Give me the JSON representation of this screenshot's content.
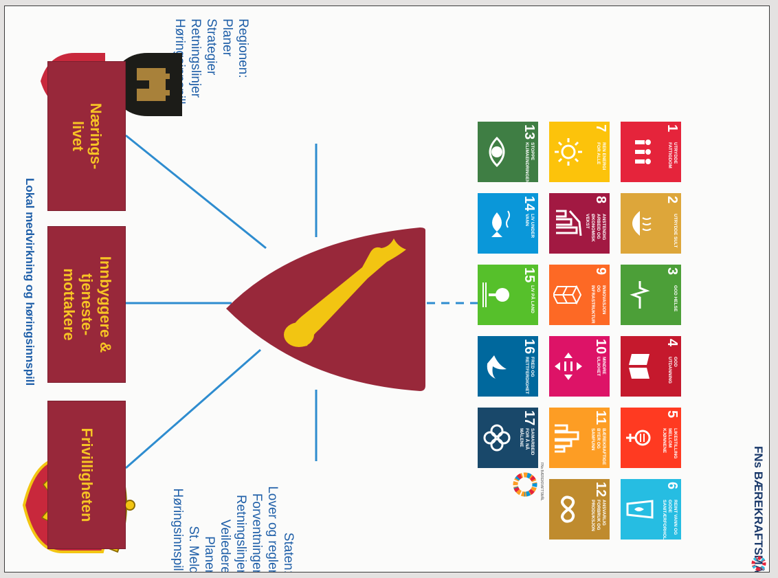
{
  "sdg": {
    "title": "FNs BÆREKRAFTSMÅL",
    "small_caption": "FNs BÆREKRAFTSMÅL",
    "goals": [
      {
        "num": "1",
        "label": "UTRYDDE FATTIGDOM",
        "color": "#e5243b",
        "icon": "people-icon"
      },
      {
        "num": "2",
        "label": "UTRYDDE SULT",
        "color": "#dda63a",
        "icon": "bowl-icon"
      },
      {
        "num": "3",
        "label": "GOD HELSE",
        "color": "#4c9f38",
        "icon": "heartbeat-icon"
      },
      {
        "num": "4",
        "label": "GOD UTDANNING",
        "color": "#c5192d",
        "icon": "book-icon"
      },
      {
        "num": "5",
        "label": "LIKESTILLING MELLOM KJØNNENE",
        "color": "#ff3a21",
        "icon": "gender-icon"
      },
      {
        "num": "6",
        "label": "REINT VANN OG GODE SANITÆRFORHOLD",
        "color": "#26bde2",
        "icon": "water-icon"
      },
      {
        "num": "7",
        "label": "REN ENERGI FOR ALLE",
        "color": "#fcc30b",
        "icon": "sun-icon"
      },
      {
        "num": "8",
        "label": "ANSTENDIG ARBEID OG ØKONOMISK VEKST",
        "color": "#a21942",
        "icon": "growth-icon"
      },
      {
        "num": "9",
        "label": "INNOVASJON OG INFRASTRUKTUR",
        "color": "#fd6925",
        "icon": "cubes-icon"
      },
      {
        "num": "10",
        "label": "MINDRE ULIKHET",
        "color": "#dd1367",
        "icon": "equality-icon"
      },
      {
        "num": "11",
        "label": "BÆREKRAFTIGE BYER OG SAMFUNN",
        "color": "#fd9d24",
        "icon": "city-icon"
      },
      {
        "num": "12",
        "label": "ANSVARLIG FORBRUK OG PRODUKSJON",
        "color": "#bf8b2e",
        "icon": "infinity-icon"
      },
      {
        "num": "13",
        "label": "STOPPE KLIMAENDRINGENE",
        "color": "#3f7e44",
        "icon": "eye-globe-icon"
      },
      {
        "num": "14",
        "label": "LIV UNDER VANN",
        "color": "#0a97d9",
        "icon": "fish-icon"
      },
      {
        "num": "15",
        "label": "LIV PÅ LAND",
        "color": "#56c02b",
        "icon": "tree-icon"
      },
      {
        "num": "16",
        "label": "FRED OG RETTFERDIGHET",
        "color": "#00689d",
        "icon": "dove-icon"
      },
      {
        "num": "17",
        "label": "SAMARBEID FOR Å NÅ MÅLENE",
        "color": "#19486a",
        "icon": "rings-icon"
      }
    ]
  },
  "region": {
    "lines": "Regionen:\nPlaner\nStrategier\nRetningslinjer\nHøringsinnspill"
  },
  "state": {
    "lines": "Staten:\nLover og regler\nForventninger\nRetningslinjer\nVeiledere\nPlaner\nSt. Meld\nHøringsinnspill"
  },
  "boxes": {
    "business": "Nærings-\nlivet",
    "residents": "Innbyggere &\ntjeneste-\nmottakere",
    "volunteer": "Frivilligheten"
  },
  "caption": "Lokal medvirkning og høringsinnspill",
  "colors": {
    "box_fill": "#98283a",
    "box_text": "#f6c425",
    "connector": "#2e8ccf",
    "info_text": "#1f5fa8"
  }
}
